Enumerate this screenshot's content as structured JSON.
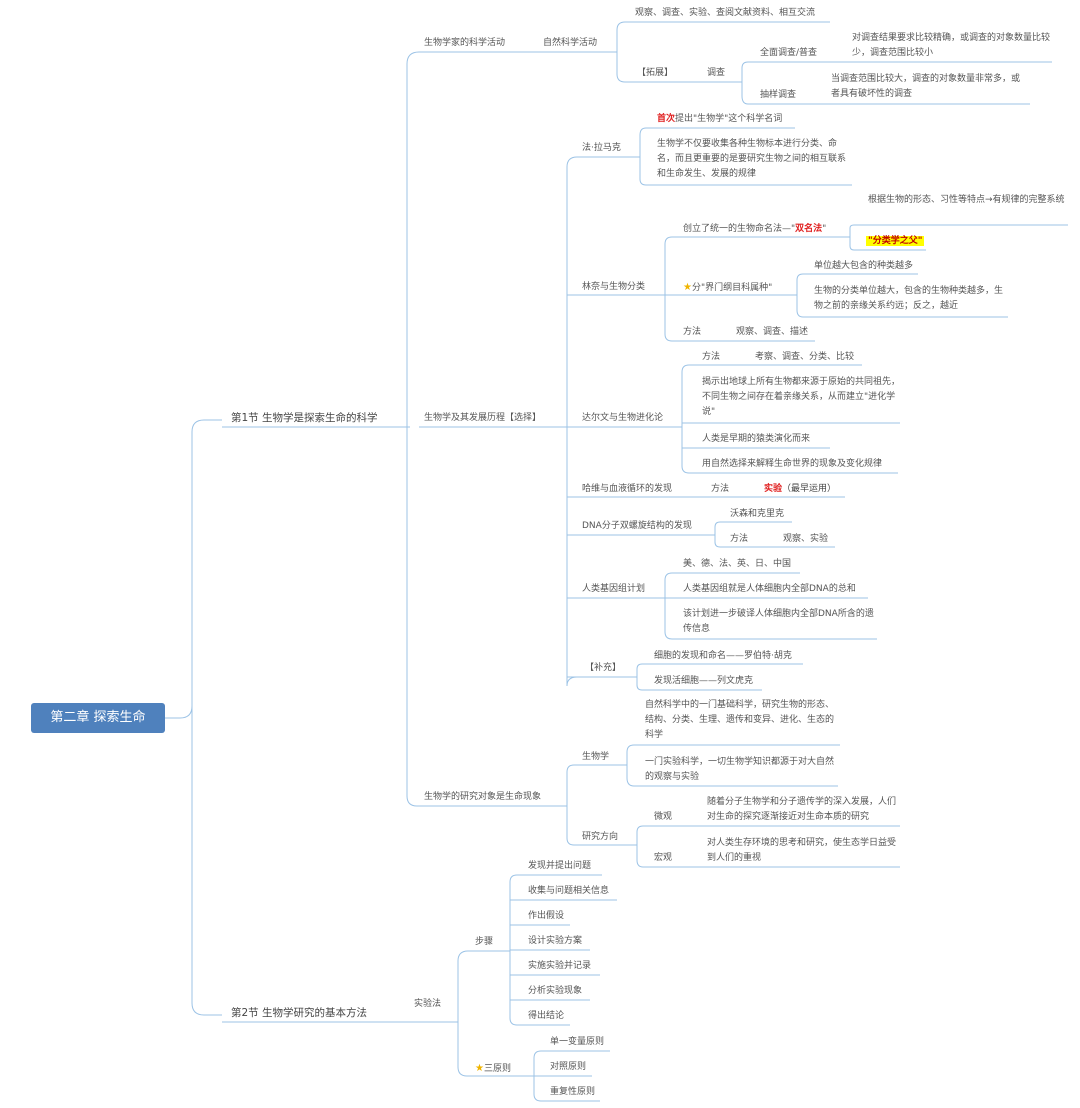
{
  "colors": {
    "root_fill": "#4f81bd",
    "branch_line": "#9cc3e6",
    "emphasis": "#e02020",
    "highlight": "#ffff00"
  },
  "icons": {
    "star": "star-icon"
  },
  "root": "第二章 探索生命",
  "sec1": {
    "title": "第1节  生物学是探索生命的科学",
    "activity": {
      "label": "生物学家的科学活动",
      "natural": "自然科学活动",
      "methods": "观察、调查、实验、查阅文献资料、相互交流",
      "ext": "【拓展】",
      "survey": "调查",
      "full": "全面调查/普查",
      "full_note": "对调查结果要求比较精确，或调查的对象数量比较少，调查范围比较小",
      "sample": "抽样调查",
      "sample_note": "当调查范围比较大，调查的对象数量非常多，或者具有破坏性的调查"
    },
    "history": {
      "label": "生物学及其发展历程【选择】",
      "lamarck": "法·拉马克",
      "lamarck_first": "首次",
      "lamarck_first_rest": "提出\"生物学\"这个科学名词",
      "lamarck_note": "生物学不仅要收集各种生物标本进行分类、命名，而且更重要的是要研究生物之间的相互联系和生命发生、发展的规律",
      "linnaeus": "林奈与生物分类",
      "binomial_pre": "创立了统一的生物命名法—\"",
      "binomial_key": "双名法",
      "binomial_post": "\"",
      "binomial_note": "根据生物的形态、习性等特点→有规律的完整系统",
      "father": "\"分类学之父\"",
      "ranks": "分\"界门纲目科属种\"",
      "ranks_note1": "单位越大包含的种类越多",
      "ranks_note2": "生物的分类单位越大，包含的生物种类越多，生物之前的亲缘关系约远；反之，越近",
      "lin_method": "方法",
      "lin_method_val": "观察、调查、描述",
      "darwin": "达尔文与生物进化论",
      "darwin_method": "方法",
      "darwin_method_val": "考察、调查、分类、比较",
      "darwin_note1": "揭示出地球上所有生物都来源于原始的共同祖先，不同生物之间存在着亲缘关系，从而建立\"进化学说\"",
      "darwin_note2": "人类是早期的猿类演化而来",
      "darwin_note3": "用自然选择来解释生命世界的现象及变化规律",
      "harvey": "哈维与血液循环的发现",
      "harvey_method": "方法",
      "harvey_exp": "实验",
      "harvey_exp_note": "（最早运用）",
      "dna": "DNA分子双螺旋结构的发现",
      "dna_who": "沃森和克里克",
      "dna_method": "方法",
      "dna_method_val": "观察、实验",
      "genome": "人类基因组计划",
      "genome_c": "美、德、法、英、日、中国",
      "genome_n1": "人类基因组就是人体细胞内全部DNA的总和",
      "genome_n2": "该计划进一步破译人体细胞内全部DNA所含的遗传信息",
      "supp": "【补充】",
      "supp1": "细胞的发现和命名——罗伯特·胡克",
      "supp2": "发现活细胞——列文虎克"
    },
    "object": {
      "label": "生物学的研究对象是生命现象",
      "bio": "生物学",
      "bio_n1": "自然科学中的一门基础科学，研究生物的形态、结构、分类、生理、遗传和变异、进化、生态的科学",
      "bio_n2": "一门实验科学，一切生物学知识都源于对大自然的观察与实验",
      "dir": "研究方向",
      "micro": "微观",
      "micro_n": "随着分子生物学和分子遗传学的深入发展，人们对生命的探究逐渐接近对生命本质的研究",
      "macro": "宏观",
      "macro_n": "对人类生存环境的思考和研究，使生态学日益受到人们的重视"
    }
  },
  "sec2": {
    "title": "第2节  生物学研究的基本方法",
    "exp": "实验法",
    "steps": "步骤",
    "step_items": [
      "发现并提出问题",
      "收集与问题相关信息",
      "作出假设",
      "设计实验方案",
      "实施实验并记录",
      "分析实验现象",
      "得出结论"
    ],
    "principles": "三原则",
    "principle_items": [
      "单一变量原则",
      "对照原则",
      "重复性原则"
    ]
  }
}
